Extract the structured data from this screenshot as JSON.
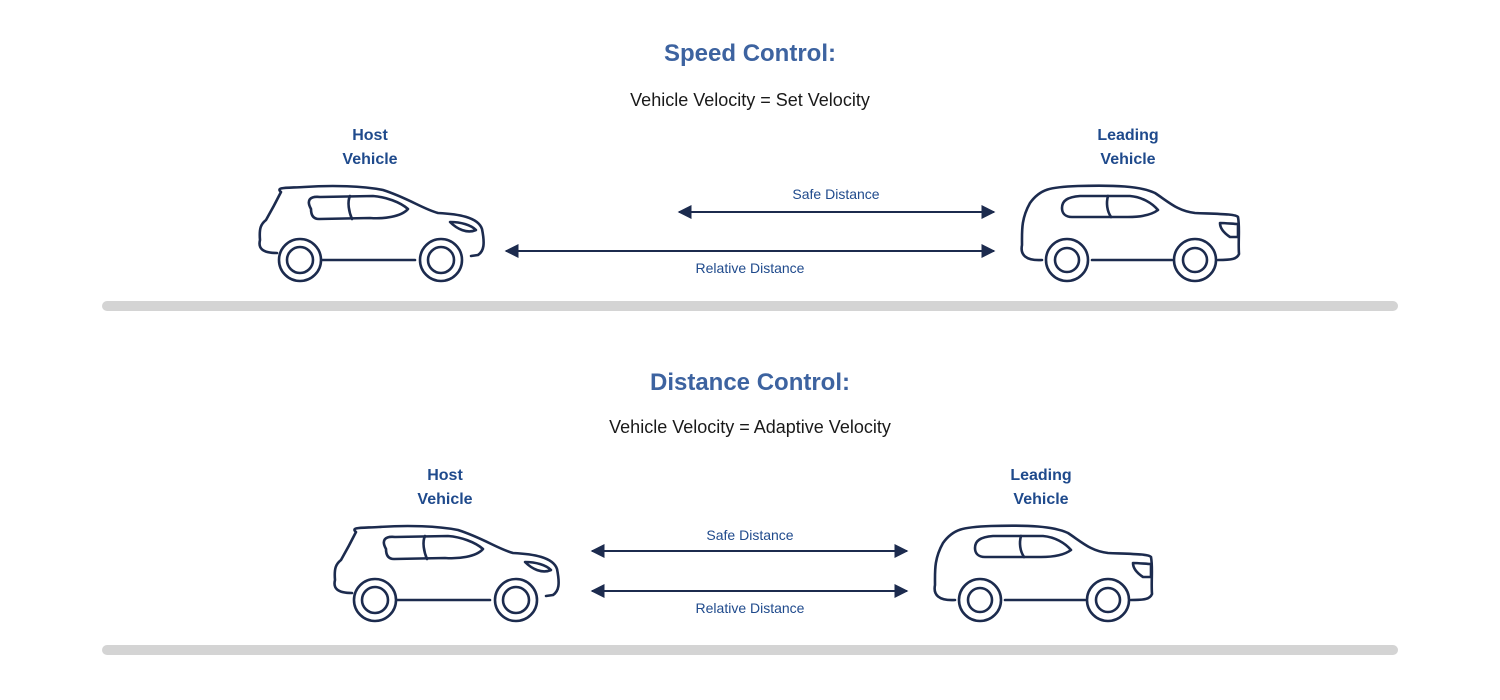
{
  "colors": {
    "title": "#3d63a0",
    "label": "#1f4a8c",
    "stroke": "#1c2b4e",
    "road": "#d4d4d4"
  },
  "speed_control": {
    "title": "Speed Control:",
    "equation": "Vehicle Velocity = Set Velocity",
    "host": {
      "line1": "Host",
      "line2": "Vehicle"
    },
    "leading": {
      "line1": "Leading",
      "line2": "Vehicle"
    },
    "safe_distance": "Safe Distance",
    "relative_distance": "Relative Distance"
  },
  "distance_control": {
    "title": "Distance Control:",
    "equation": "Vehicle Velocity = Adaptive Velocity",
    "host": {
      "line1": "Host",
      "line2": "Vehicle"
    },
    "leading": {
      "line1": "Leading",
      "line2": "Vehicle"
    },
    "safe_distance": "Safe Distance",
    "relative_distance": "Relative Distance"
  },
  "icons": {
    "host_vehicle": "car-side-icon",
    "leading_vehicle": "car-side-icon"
  }
}
